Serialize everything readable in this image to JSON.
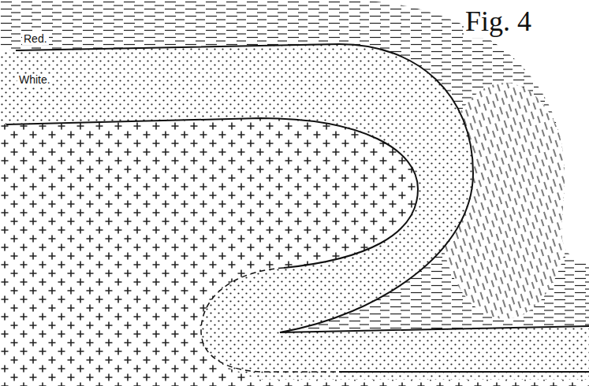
{
  "diagram": {
    "labels": [
      "Fig. 4",
      "Red.",
      "White."
    ]
  }
}
